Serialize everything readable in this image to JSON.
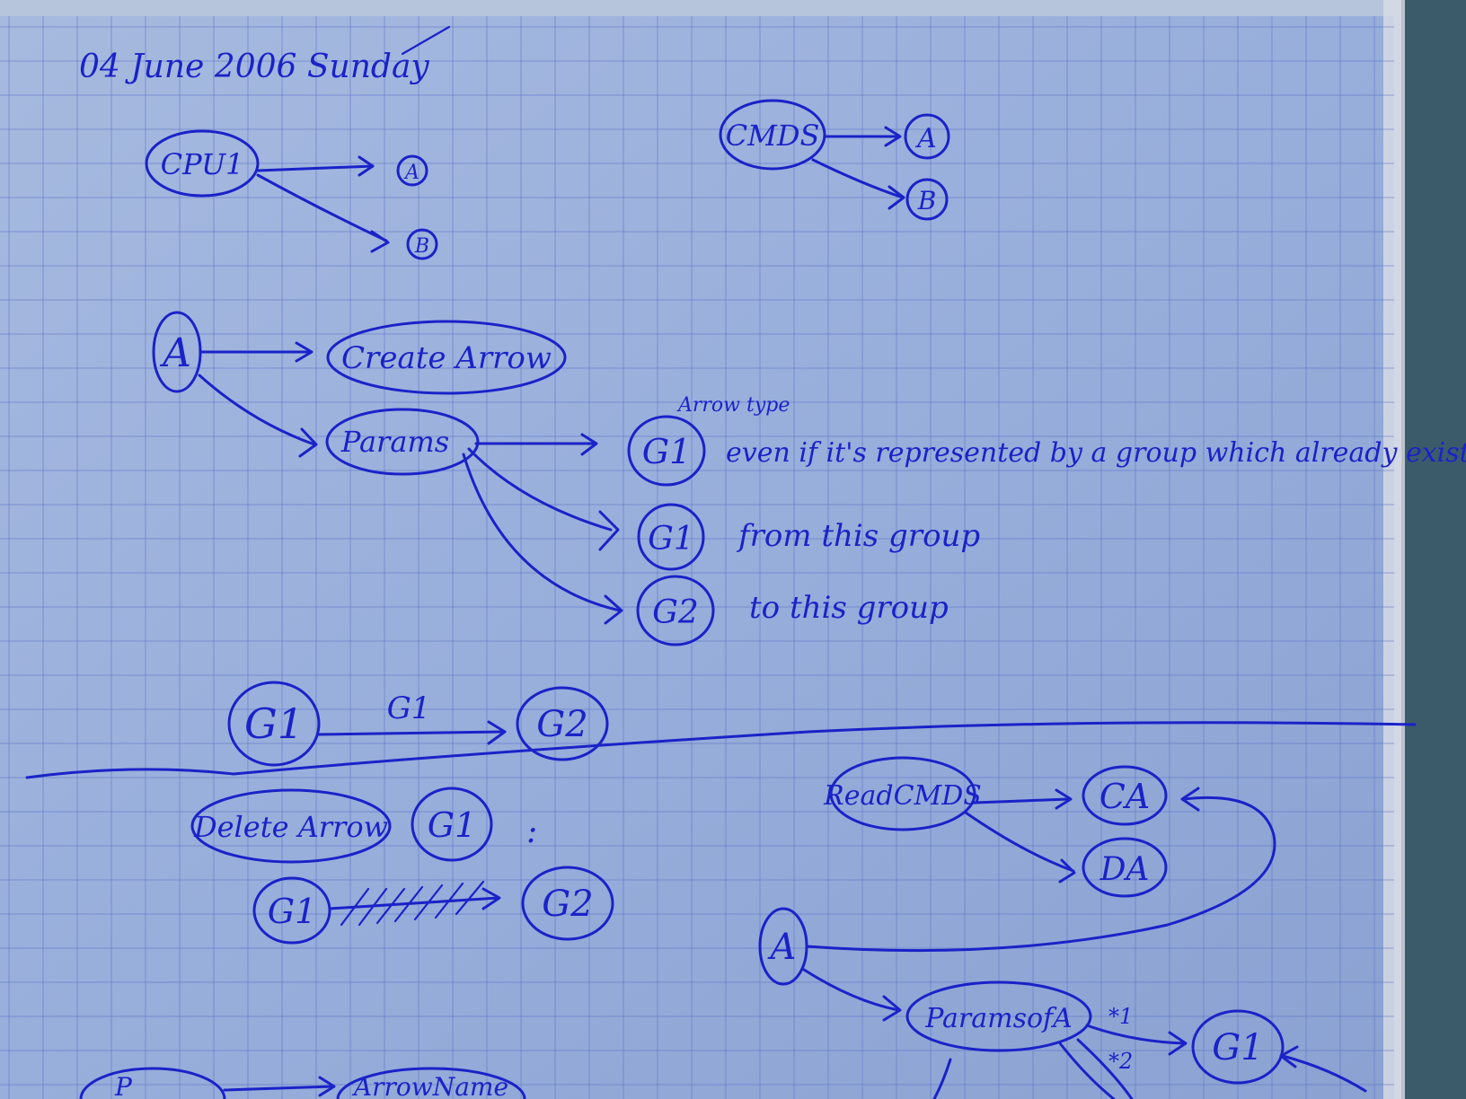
{
  "page": {
    "date": "04 June 2006 Sunday"
  },
  "diagram": {
    "top_left": {
      "source": "CPU1",
      "targets": [
        "A",
        "B"
      ]
    },
    "top_right": {
      "source": "CMDS",
      "targets": [
        "A",
        "B"
      ]
    },
    "create_arrow": {
      "start": "A",
      "action": "Create Arrow",
      "params": "Params",
      "annotation": "Arrow type",
      "outputs": [
        {
          "node": "G1",
          "note": "even if it's represented by a group which already exists"
        },
        {
          "node": "G1",
          "note": "from this group"
        },
        {
          "node": "G2",
          "note": "to this group"
        }
      ]
    },
    "example": {
      "from": "G1",
      "label": "G1",
      "to": "G2"
    },
    "delete_arrow": {
      "action": "Delete Arrow",
      "node": "G1",
      "colon": ":",
      "from": "G1",
      "to": "G2"
    },
    "read_cmds": {
      "source": "ReadCMDS",
      "targets": [
        "CA",
        "DA"
      ]
    },
    "params_of_a": {
      "start": "A",
      "params": "ParamsofA",
      "marks": [
        "*1",
        "*2"
      ],
      "target": "G1"
    },
    "bottom_left": {
      "left": "P",
      "right": "ArrowName"
    }
  },
  "colors": {
    "ink": "#1a22c8",
    "paper": "#9ab0d8",
    "grid": "#5a70c8"
  }
}
